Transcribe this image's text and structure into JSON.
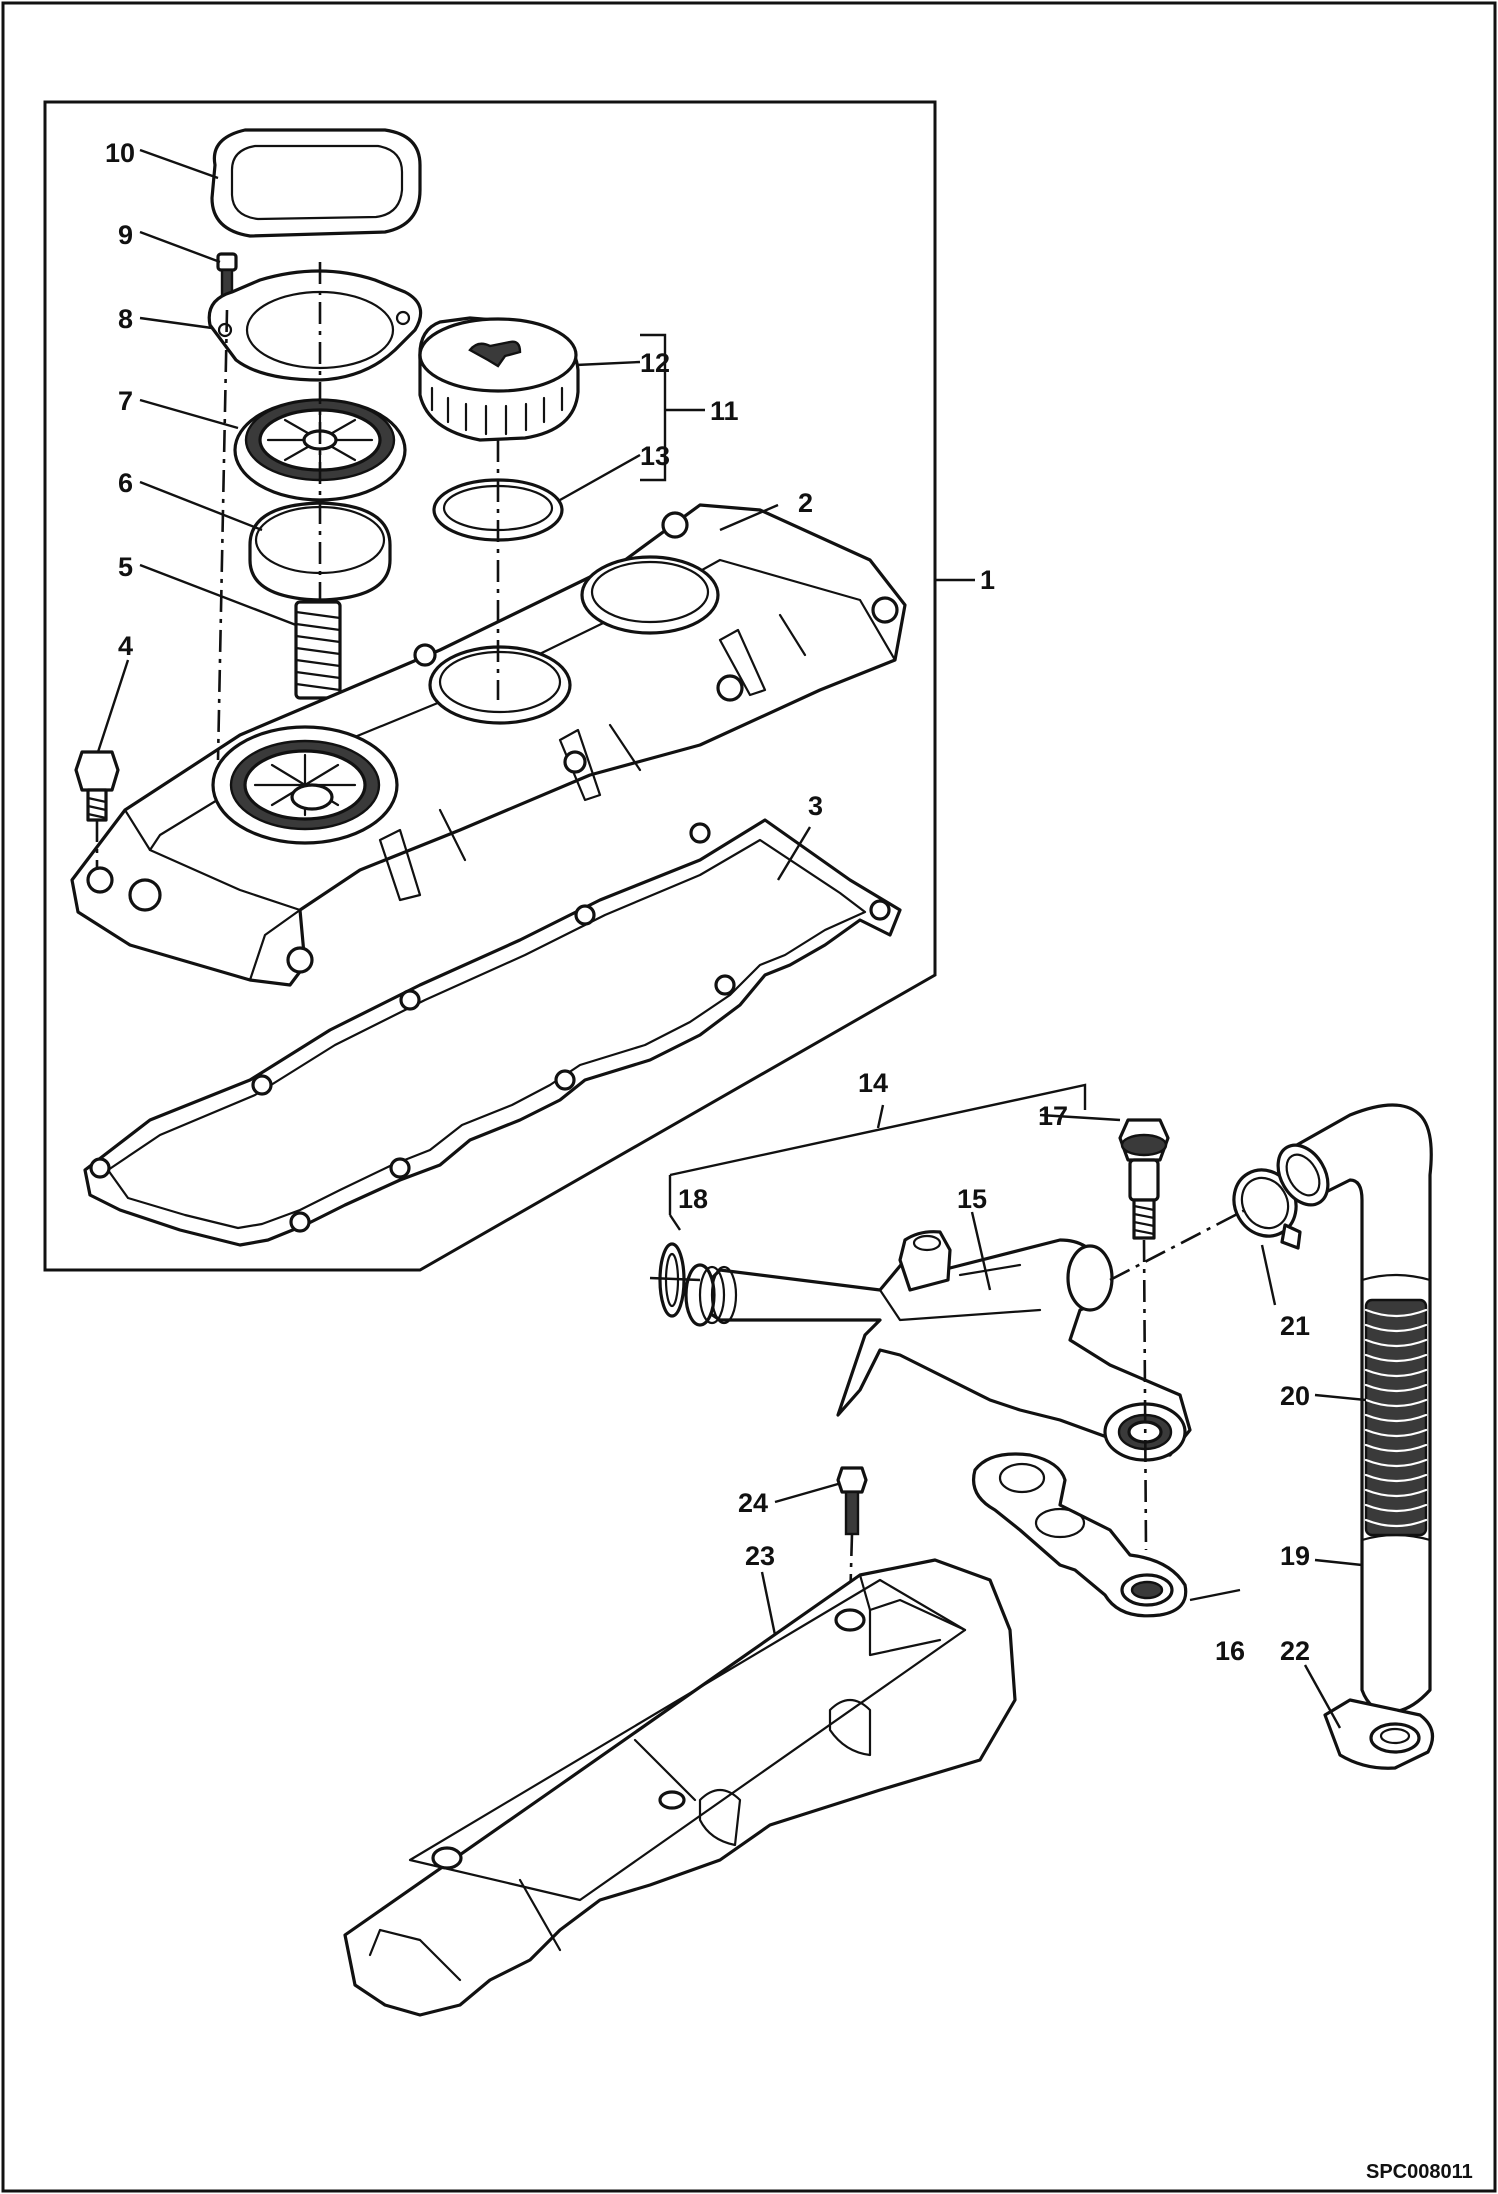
{
  "callouts": {
    "c1": "1",
    "c2": "2",
    "c3": "3",
    "c4": "4",
    "c5": "5",
    "c6": "6",
    "c7": "7",
    "c8": "8",
    "c9": "9",
    "c10": "10",
    "c11": "11",
    "c12": "12",
    "c13": "13",
    "c14": "14",
    "c15": "15",
    "c16": "16",
    "c17": "17",
    "c18": "18",
    "c19": "19",
    "c20": "20",
    "c21": "21",
    "c22": "22",
    "c23": "23",
    "c24": "24"
  },
  "drawing_code": "SPC008011"
}
